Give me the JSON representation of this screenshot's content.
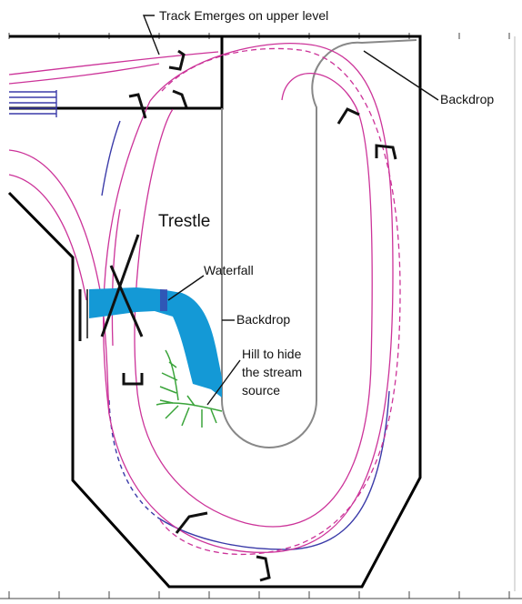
{
  "labels": {
    "track_emerges": "Track Emerges on upper level",
    "backdrop_top": "Backdrop",
    "trestle": "Trestle",
    "waterfall": "Waterfall",
    "backdrop_center": "Backdrop",
    "hill_line1": "Hill to hide",
    "hill_line2": "the stream",
    "hill_line3": "source"
  },
  "colors": {
    "benchwork": "#000000",
    "grid": "#444444",
    "backdrop": "#888888",
    "track_mainline": "#cc3399",
    "track_hidden": "#3a3aa8",
    "stream": "#1499d6",
    "hill": "#3aa43a",
    "bridge_bracket": "#111111"
  },
  "legend_icons": {
    "bracket": "bridge-bracket-icon",
    "stub": "staging-track-stub-icon"
  }
}
